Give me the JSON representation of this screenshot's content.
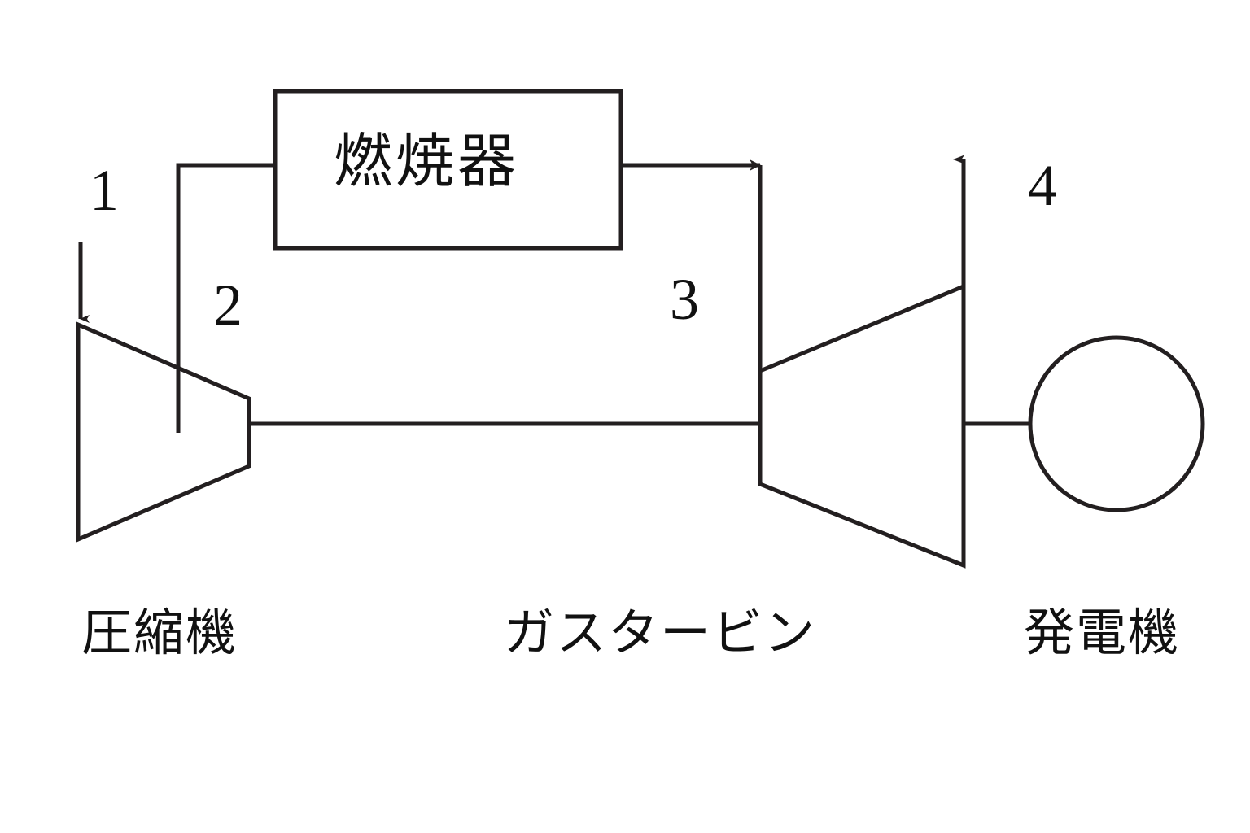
{
  "diagram": {
    "title": "gas-turbine-cycle-schematic",
    "language": "ja",
    "stroke_color": "#231f20",
    "background_color": "#ffffff",
    "components": {
      "combustor": {
        "label": "燃焼器",
        "shape": "rectangle"
      },
      "compressor": {
        "label": "圧縮機",
        "shape": "trapezoid-narrowing-right"
      },
      "turbine": {
        "label": "ガスタービン",
        "shape": "trapezoid-widening-right"
      },
      "generator": {
        "label": "発電機",
        "shape": "circle"
      }
    },
    "stream_labels": [
      {
        "id": "state-1",
        "text": "1"
      },
      {
        "id": "state-2",
        "text": "2"
      },
      {
        "id": "state-3",
        "text": "3"
      },
      {
        "id": "state-4",
        "text": "4"
      }
    ],
    "arrows": [
      {
        "id": "inlet-air-arrow",
        "direction": "down"
      },
      {
        "id": "combustor-to-turbine-arrow",
        "direction": "right"
      },
      {
        "id": "exhaust-arrow",
        "direction": "up"
      }
    ]
  }
}
